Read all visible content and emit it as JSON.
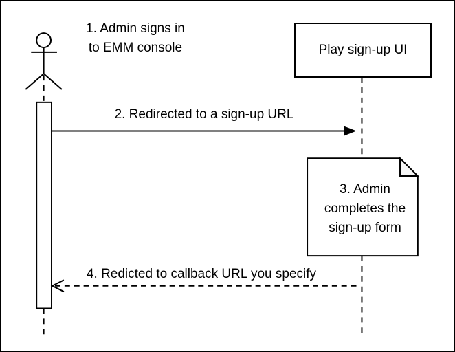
{
  "diagram_type": "uml-sequence-diagram",
  "colors": {
    "line": "#000000",
    "background": "#ffffff",
    "note_fill": "#ffffff",
    "note_fold": "#f5f5f5"
  },
  "icons": {
    "actor": "stick-figure-actor-icon"
  },
  "participants": {
    "admin": "",
    "play_signup_ui": "Play sign-up UI"
  },
  "steps": {
    "step1": "1. Admin signs in\nto EMM console",
    "step2": "2. Redirected to a sign-up URL",
    "step3": "3. Admin\ncompletes the\nsign-up form",
    "step4": "4. Redicted to callback URL you specify"
  }
}
